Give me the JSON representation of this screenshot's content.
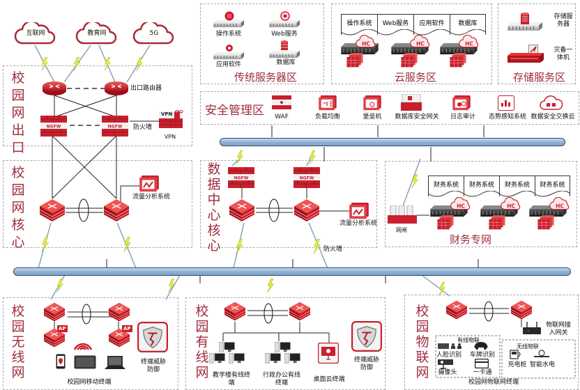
{
  "zones": {
    "exit": {
      "title": "校园网出口"
    },
    "core": {
      "title": "校园网核心"
    },
    "dc_core": {
      "title": "数据中心核心"
    },
    "wireless": {
      "title": "校园无线网"
    },
    "wired": {
      "title": "校园有线网"
    },
    "iot": {
      "title": "校园物联网"
    },
    "traditional": {
      "title": "传统服务器区"
    },
    "cloud": {
      "title": "云服务区"
    },
    "storage": {
      "title": "存储服务区"
    },
    "security": {
      "title": "安全管理区"
    },
    "finance": {
      "title": "财务专网"
    }
  },
  "internet_clouds": [
    "互联网",
    "教育网",
    "5G"
  ],
  "exit_zone": {
    "router_label": "出口路由器",
    "firewall_label": "防火墙",
    "firewall_badge": "NGFW",
    "vpn_badge": "VPN",
    "vpn_label": "VPN"
  },
  "core_zone": {
    "flow_label": "流量分析系统"
  },
  "dc_zone": {
    "firewall_badge": "NGFW",
    "flow_label": "流量分析系统",
    "firewall_label": "防火墙"
  },
  "traditional_servers": [
    "操作系统",
    "Web服务",
    "应用软件",
    "数据库"
  ],
  "cloud_tabs": [
    "操作系统",
    "Web服务",
    "应用软件",
    "数据库"
  ],
  "cloud_badge": "HC",
  "storage_items": [
    "存储服务器",
    "灾备一体机"
  ],
  "security_items": [
    "WAF",
    "负载均衡",
    "堡垒机",
    "数据库安全网关",
    "日志审计",
    "态势感知系统",
    "数据安全交换云"
  ],
  "finance": {
    "tabs": [
      "财务系统",
      "财务系统",
      "财务系统",
      "财务系统"
    ],
    "gateway_label": "网闸",
    "badge": "HC"
  },
  "wireless_zone": {
    "ap_badge": "AP",
    "terminals_label": "校园网移动终端",
    "defense_label": "终端威胁防御"
  },
  "wired_zone": {
    "groups": [
      "教学楼有线终端",
      "行政办公有线终端",
      "桌面云终端"
    ],
    "defense_label": "终端威胁防御"
  },
  "iot_zone": {
    "gateway_label": "物联网接入网关",
    "wired_title": "有线物联",
    "wired_items": [
      "人脸识别",
      "车牌识别",
      "摄像头",
      "一卡通"
    ],
    "wireless_title": "无线物联",
    "wireless_items": [
      "充电桩",
      "智能水电"
    ],
    "terminals_label": "校园网物联网终端"
  },
  "colors": {
    "accent_red": "#c8202e",
    "title_red": "#a02c3c",
    "bus_blue": "#8eb0d6",
    "lightning_yellow": "#e8f03a"
  }
}
